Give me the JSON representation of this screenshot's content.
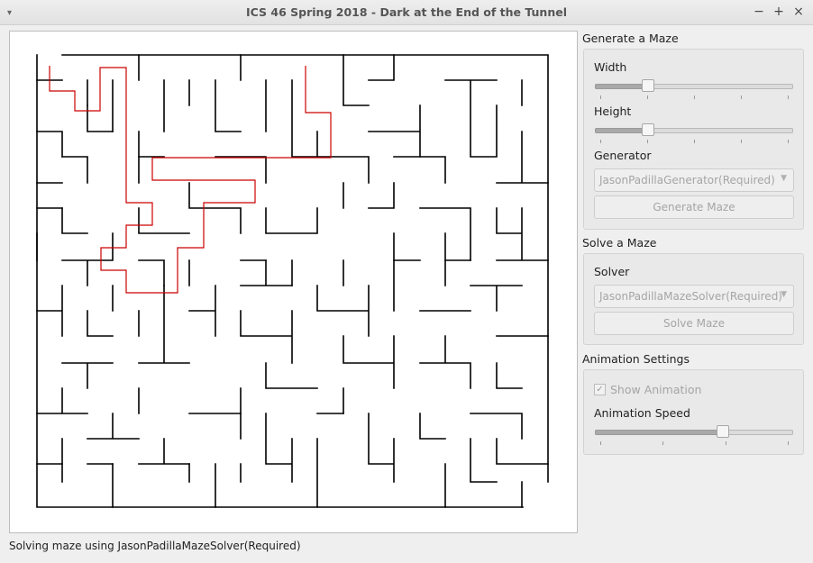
{
  "window": {
    "title": "ICS 46 Spring 2018 - Dark at the End of the Tunnel",
    "menu_glyph": "▾",
    "minimize_glyph": "−",
    "maximize_glyph": "+",
    "close_glyph": "×"
  },
  "status": {
    "text": "Solving maze using JasonPadillaMazeSolver(Required)"
  },
  "maze": {
    "wall_color": "#000000",
    "path_color": "#cc0000",
    "background": "#ffffff"
  },
  "generate": {
    "title": "Generate a Maze",
    "width_label": "Width",
    "width_value": 0.25,
    "height_label": "Height",
    "height_value": 0.25,
    "generator_label": "Generator",
    "generator_value": "JasonPadillaGenerator(Required)",
    "button": "Generate Maze"
  },
  "solve": {
    "title": "Solve a Maze",
    "solver_label": "Solver",
    "solver_value": "JasonPadillaMazeSolver(Required)",
    "button": "Solve Maze"
  },
  "animation": {
    "title": "Animation Settings",
    "show_label": "Show Animation",
    "show_checked": true,
    "speed_label": "Animation Speed",
    "speed_value": 0.65
  }
}
